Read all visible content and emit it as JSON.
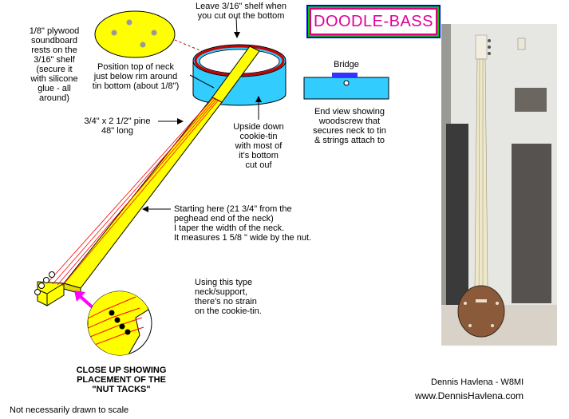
{
  "title": "DOODLE-BASS",
  "labels": {
    "soundboard": "1/8\" plywood\nsoundboard\nrests on the\n3/16\" shelf\n(secure it\nwith silicone\nglue - all\naround)",
    "shelf": "Leave 3/16\" shelf when\nyou cut out the bottom",
    "neck_position": "Position top of neck\njust below rim around\ntin bottom (about 1/8\")",
    "bridge": "Bridge",
    "end_view": "End view showing\nwoodscrew that\nsecures neck to tin\n& strings attach to",
    "pine": "3/4\" x 2  1/2\" pine\n48\" long",
    "cookie_tin": "Upside down\ncookie-tin\nwith most of\nit's bottom\ncut ouf",
    "taper": "Starting here (21  3/4\" from the\npeghead end of the neck)\nI taper the width of the neck.\nIt measures 1  5/8 \" wide by the nut.",
    "neck_support": "Using this type\nneck/support,\nthere's no strain\non the cookie-tin.",
    "closeup": "CLOSE UP SHOWING\nPLACEMENT OF THE\n\"NUT TACKS\"",
    "scale_note": "Not necessarily drawn to scale",
    "author": "Dennis Havlena - W8MI",
    "website": "www.DennisHavlena.com"
  },
  "colors": {
    "title_text": "#e0009a",
    "wood": "#ffff00",
    "tin": "#33ccff",
    "rim": "#cc0000",
    "string": "#ff0000",
    "arrow": "#ff00ff",
    "bridge": "#3333ff"
  }
}
